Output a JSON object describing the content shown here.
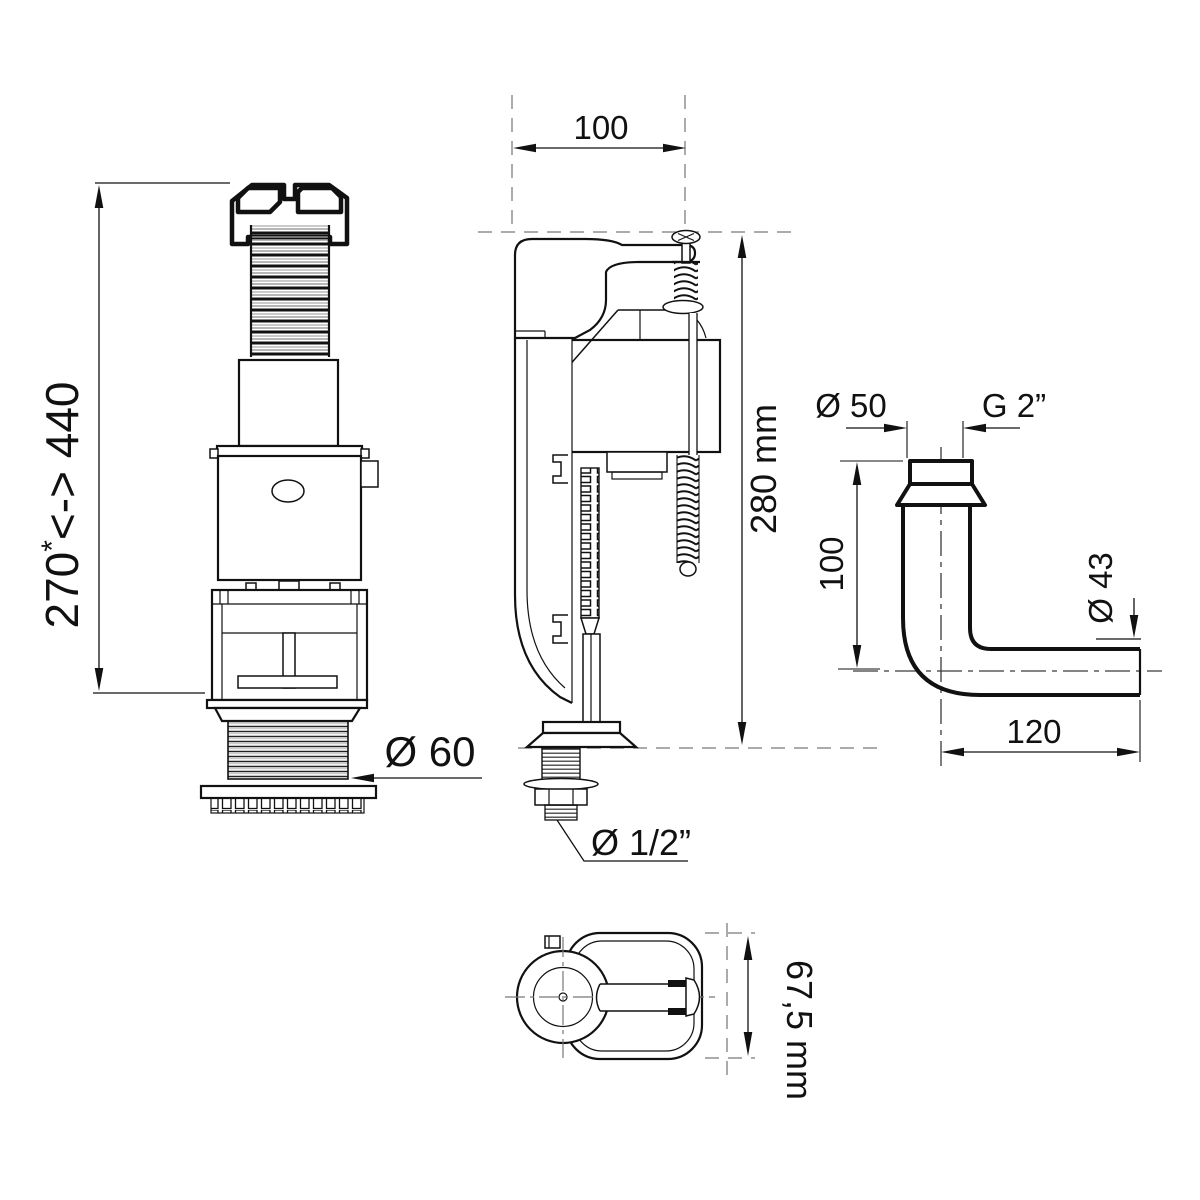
{
  "figure": {
    "type": "technical-dimension-drawing",
    "subject": "toilet cistern flush valve, fill valve and outlet pipe",
    "colors": {
      "line": "#111111",
      "dash": "#8f8f8f",
      "background": "#ffffff"
    },
    "views": {
      "flush_valve": {
        "height_range": {
          "main": "270",
          "sup": "*",
          "rest": "<-> 440"
        },
        "outlet_diameter": "Ø 60"
      },
      "fill_valve": {
        "width": "100",
        "height": "280 mm",
        "inlet_thread": "Ø 1/2”"
      },
      "outlet_pipe": {
        "inlet_diameter": "Ø 50",
        "inlet_thread": "G 2”",
        "vertical_length": "100",
        "outlet_diameter": "Ø 43",
        "horizontal_length": "120"
      },
      "fill_valve_top_view": {
        "height": "67,5 mm"
      }
    }
  }
}
